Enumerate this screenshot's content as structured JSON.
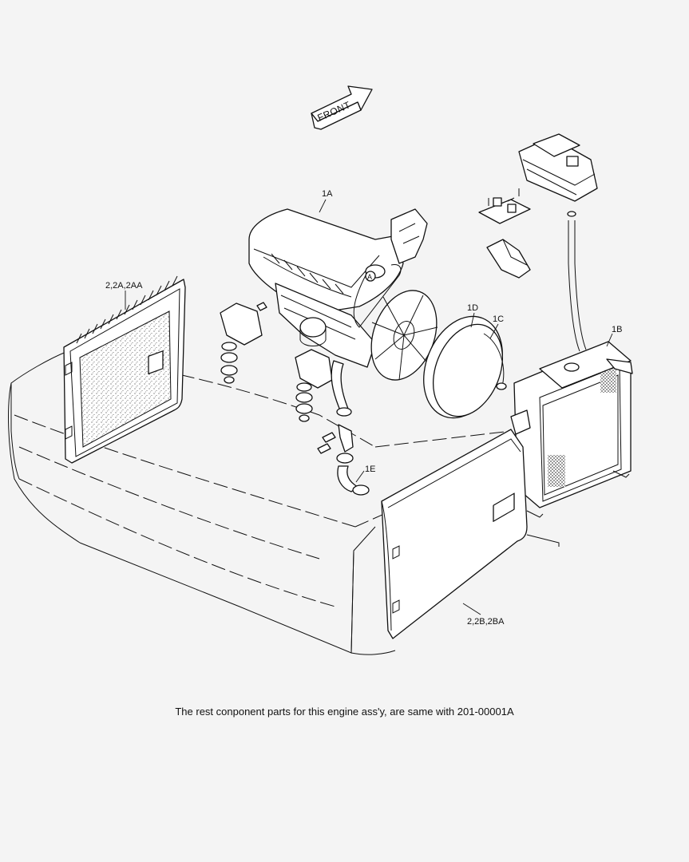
{
  "direction_marker": {
    "label": "FRONT"
  },
  "callouts": {
    "engine": "1A",
    "radiator": "1B",
    "fan_ring": "1C",
    "fan_shroud": "1D",
    "lower_hose": "1E",
    "left_door": "2,2A,2AA",
    "right_door": "2,2B,2BA",
    "circle_ref": "A"
  },
  "footnote": "The rest conponent parts for this engine ass'y, are same with 201-00001A"
}
